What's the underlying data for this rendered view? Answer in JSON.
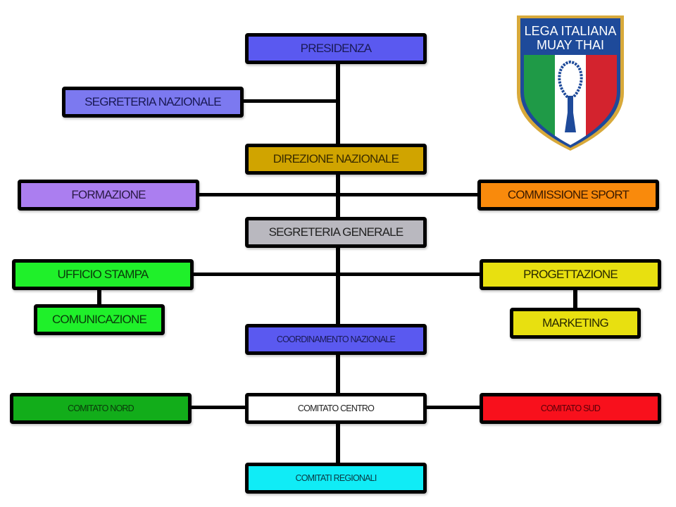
{
  "title": "Organigramma Lega Italiana Muay Thai",
  "logo": {
    "line1": "LEGA ITALIANA",
    "line2": "MUAY THAI",
    "icon": "mongkol-headband-icon",
    "colors": {
      "border": "#d8a93a",
      "blue": "#1e4a9a",
      "green": "#1f9a47",
      "white": "#ffffff",
      "red": "#d3232e"
    }
  },
  "nodes": {
    "presidenza": {
      "label": "PRESIDENZA",
      "color": "#5a59f0",
      "text_color": "#1a1a55"
    },
    "segreteria_nazionale": {
      "label": "SEGRETERIA NAZIONALE",
      "color": "#7c79f0",
      "text_color": "#1a1a55"
    },
    "direzione_nazionale": {
      "label": "DIREZIONE NAZIONALE",
      "color": "#d0a400",
      "text_color": "#3a2c00"
    },
    "formazione": {
      "label": "FORMAZIONE",
      "color": "#ab7ef0",
      "text_color": "#2a1a45"
    },
    "commissione_sport": {
      "label": "COMMISSIONE SPORT",
      "color": "#f98a0c",
      "text_color": "#3a1a00"
    },
    "segreteria_generale": {
      "label": "SEGRETERIA GENERALE",
      "color": "#b9b8bf",
      "text_color": "#222222"
    },
    "ufficio_stampa": {
      "label": "UFFICIO STAMPA",
      "color": "#1ff02a",
      "text_color": "#0a3a0a"
    },
    "comunicazione": {
      "label": "COMUNICAZIONE",
      "color": "#1ff02a",
      "text_color": "#0a3a0a"
    },
    "progettazione": {
      "label": "PROGETTAZIONE",
      "color": "#e8e010",
      "text_color": "#2a2a00"
    },
    "marketing": {
      "label": "MARKETING",
      "color": "#e8e010",
      "text_color": "#2a2a00"
    },
    "coordinamento_nazionale": {
      "label": "COORDINAMENTO NAZIONALE",
      "color": "#5a59f0",
      "text_color": "#1a1a55"
    },
    "comitato_nord": {
      "label": "COMITATO NORD",
      "color": "#12ad1a",
      "text_color": "#0a3a0a"
    },
    "comitato_centro": {
      "label": "COMITATO CENTRO",
      "color": "#ffffff",
      "text_color": "#222222"
    },
    "comitato_sud": {
      "label": "COMITATO SUD",
      "color": "#f8101c",
      "text_color": "#5a0008"
    },
    "comitati_regionali": {
      "label": "COMITATI REGIONALI",
      "color": "#10ecf6",
      "text_color": "#0a3a45"
    }
  }
}
